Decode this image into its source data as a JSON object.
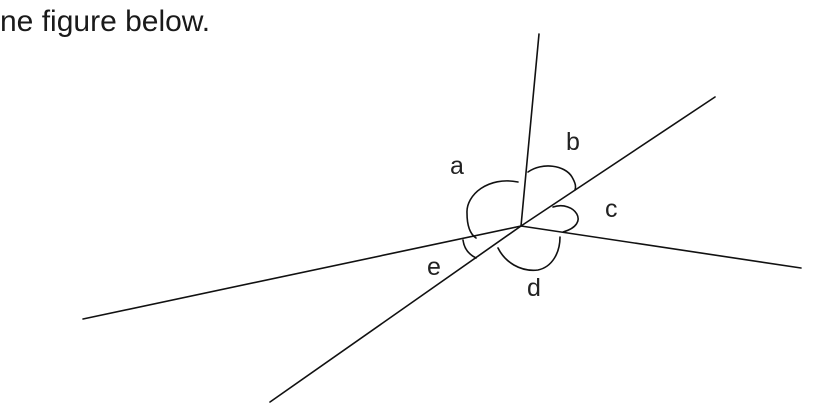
{
  "caption": "ne figure below.",
  "angle_labels": {
    "a": "a",
    "b": "b",
    "c": "c",
    "d": "d",
    "e": "e"
  }
}
